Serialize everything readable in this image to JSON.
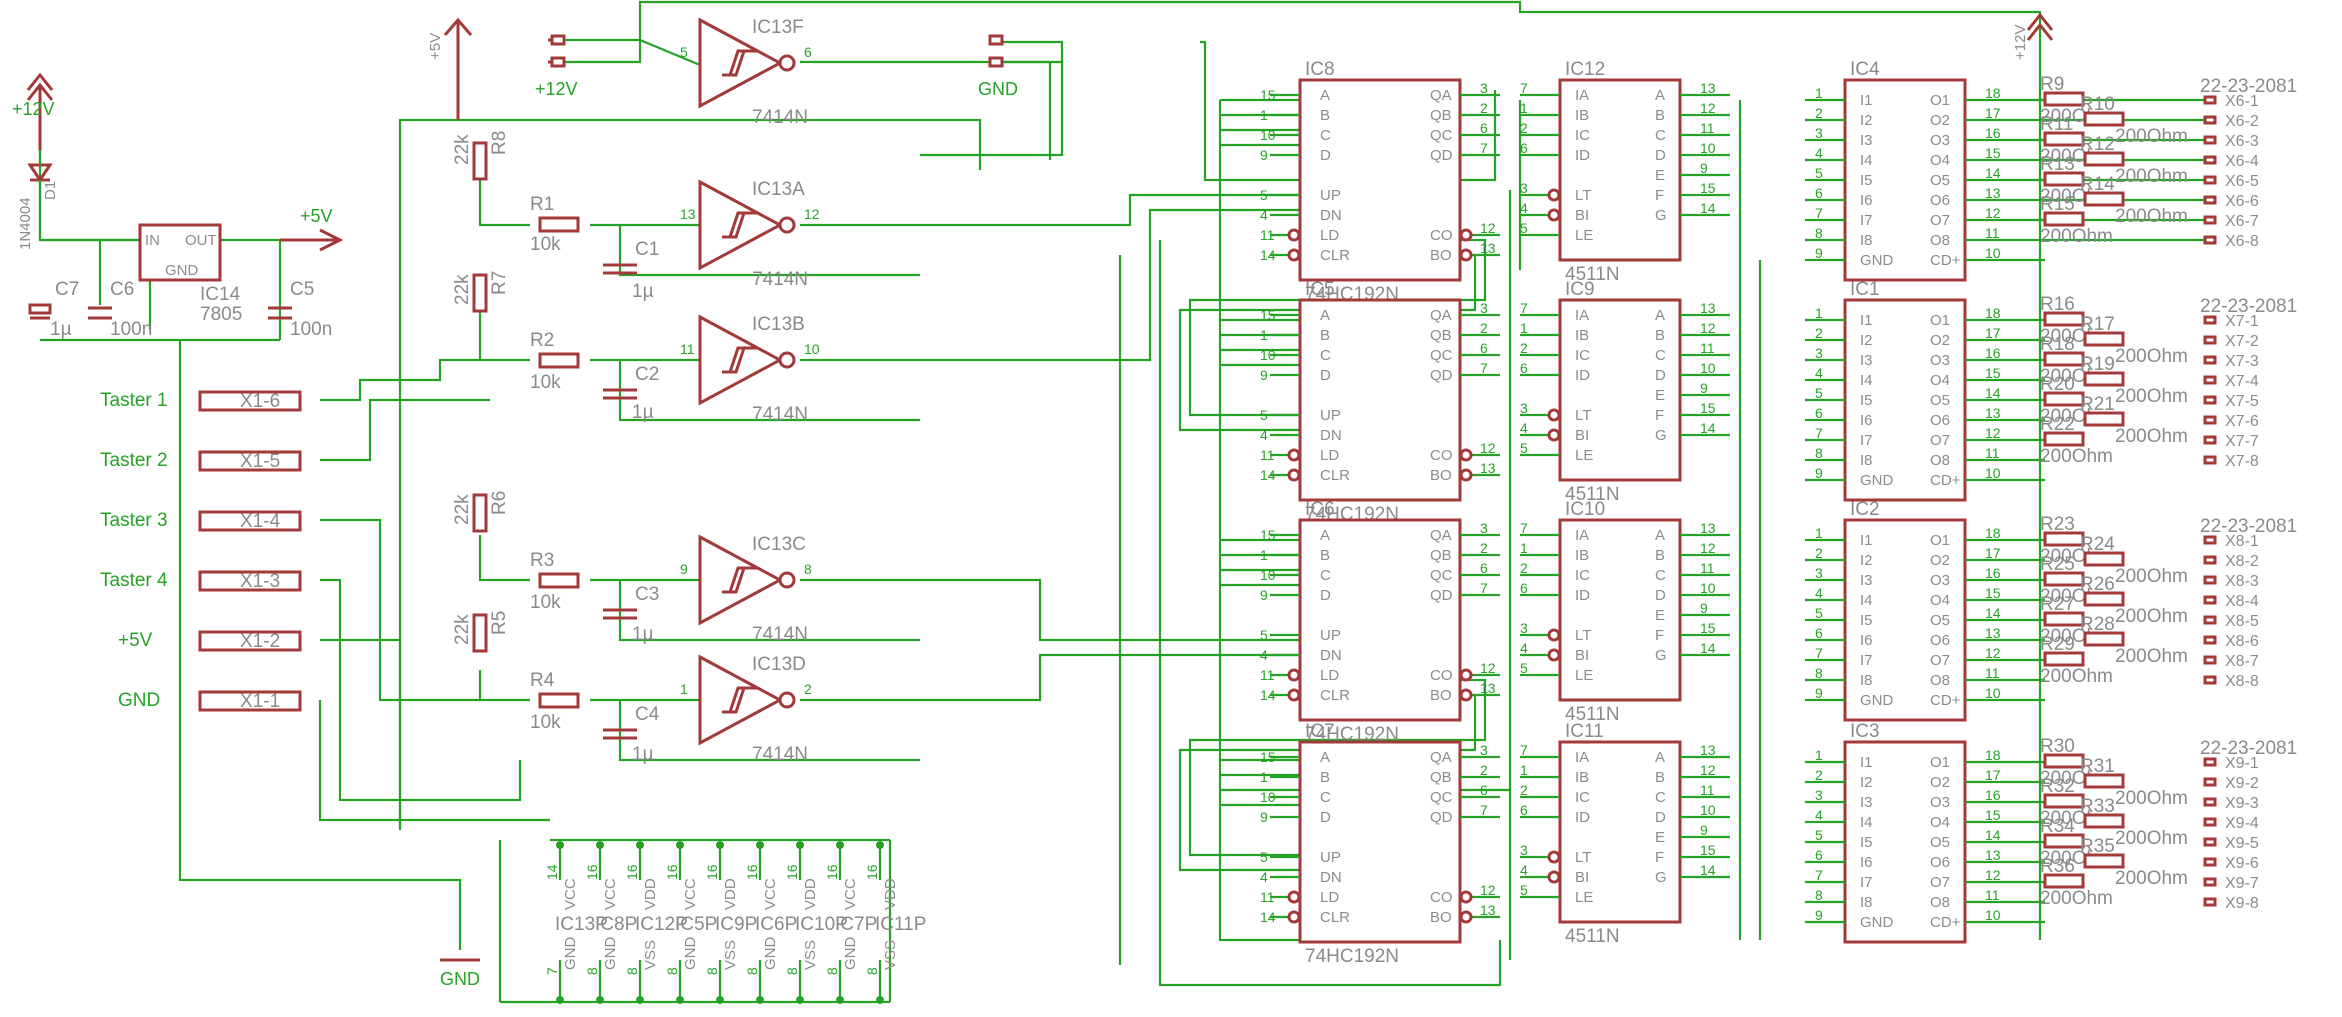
{
  "schematic": {
    "power": {
      "plus12_top": "+12V",
      "plus12_left": "+12V",
      "plus12_right": "+12V",
      "plus5_top": "+5V",
      "plus5_reg": "+5V",
      "gnd_top": "GND",
      "gnd_bottom": "GND"
    },
    "regulator": {
      "name": "IC14",
      "value": "7805",
      "in": "IN",
      "out": "OUT",
      "gnd": "GND"
    },
    "diode": {
      "name": "D1",
      "value": "1N4004"
    },
    "caps_supply": [
      {
        "name": "C7",
        "value": "1µ"
      },
      {
        "name": "C6",
        "value": "100n"
      },
      {
        "name": "C5",
        "value": "100n"
      }
    ],
    "resistors_input": [
      {
        "name": "R8",
        "value": "22k"
      },
      {
        "name": "R7",
        "value": "22k"
      },
      {
        "name": "R6",
        "value": "22k"
      },
      {
        "name": "R5",
        "value": "22k"
      },
      {
        "name": "R1",
        "value": "10k"
      },
      {
        "name": "R2",
        "value": "10k"
      },
      {
        "name": "R3",
        "value": "10k"
      },
      {
        "name": "R4",
        "value": "10k"
      }
    ],
    "caps_input": [
      {
        "name": "C1",
        "value": "1µ"
      },
      {
        "name": "C2",
        "value": "1µ"
      },
      {
        "name": "C3",
        "value": "1µ"
      },
      {
        "name": "C4",
        "value": "1µ"
      }
    ],
    "schmitt": [
      {
        "name": "IC13F",
        "value": "7414N",
        "pin_in": "5",
        "pin_out": "6"
      },
      {
        "name": "IC13A",
        "value": "7414N",
        "pin_in": "13",
        "pin_out": "12"
      },
      {
        "name": "IC13B",
        "value": "7414N",
        "pin_in": "11",
        "pin_out": "10"
      },
      {
        "name": "IC13C",
        "value": "7414N",
        "pin_in": "9",
        "pin_out": "8"
      },
      {
        "name": "IC13D",
        "value": "7414N",
        "pin_in": "1",
        "pin_out": "2"
      }
    ],
    "connector_x1": {
      "labels": [
        "Taster 1",
        "Taster 2",
        "Taster 3",
        "Taster 4",
        "+5V",
        "GND"
      ],
      "pins": [
        "X1-6",
        "X1-5",
        "X1-4",
        "X1-3",
        "X1-2",
        "X1-1"
      ]
    },
    "power_pins": {
      "names": [
        "IC13P",
        "IC8P",
        "IC12P",
        "IC5P",
        "IC9P",
        "IC6P",
        "IC10P",
        "IC7P",
        "IC11P"
      ],
      "top_labels": [
        "VCC",
        "VCC",
        "VDD",
        "VCC",
        "VDD",
        "VCC",
        "VDD",
        "VCC",
        "VDD"
      ],
      "top_pins": [
        "14",
        "16",
        "16",
        "16",
        "16",
        "16",
        "16",
        "16",
        "16"
      ],
      "bottom_labels": [
        "GND",
        "GND",
        "VSS",
        "GND",
        "VSS",
        "GND",
        "VSS",
        "GND",
        "VSS"
      ],
      "bottom_pins": [
        "7",
        "8",
        "8",
        "8",
        "8",
        "8",
        "8",
        "8",
        "8"
      ]
    },
    "counters": {
      "value": "74HC192N",
      "names": [
        "IC8",
        "IC5",
        "IC6",
        "IC7"
      ],
      "left_pins": [
        "A",
        "B",
        "C",
        "D",
        "UP",
        "DN",
        "LD",
        "CLR"
      ],
      "left_nums": [
        "15",
        "1",
        "10",
        "9",
        "5",
        "4",
        "11",
        "14"
      ],
      "right_pins": [
        "QA",
        "QB",
        "QC",
        "QD",
        "CO",
        "BO"
      ],
      "right_nums": [
        "3",
        "2",
        "6",
        "7",
        "12",
        "13"
      ]
    },
    "decoders": {
      "value": "4511N",
      "names": [
        "IC12",
        "IC9",
        "IC10",
        "IC11"
      ],
      "left_pins": [
        "IA",
        "IB",
        "IC",
        "ID",
        "LT",
        "BI",
        "LE"
      ],
      "left_nums": [
        "7",
        "1",
        "2",
        "6",
        "3",
        "4",
        "5"
      ],
      "right_pins": [
        "A",
        "B",
        "C",
        "D",
        "E",
        "F",
        "G"
      ],
      "right_nums": [
        "13",
        "12",
        "11",
        "10",
        "9",
        "15",
        "14"
      ]
    },
    "drivers": {
      "names": [
        "IC4",
        "IC1",
        "IC2",
        "IC3"
      ],
      "left_pins": [
        "I1",
        "I2",
        "I3",
        "I4",
        "I5",
        "I6",
        "I7",
        "I8",
        "GND"
      ],
      "left_nums": [
        "1",
        "2",
        "3",
        "4",
        "5",
        "6",
        "7",
        "8",
        "9"
      ],
      "right_pins": [
        "O1",
        "O2",
        "O3",
        "O4",
        "O5",
        "O6",
        "O7",
        "O8",
        "CD+"
      ],
      "right_nums": [
        "18",
        "17",
        "16",
        "15",
        "14",
        "13",
        "12",
        "11",
        "10"
      ]
    },
    "outputs": {
      "part": "22-23-2081",
      "resistor_value": "200Ohm",
      "groups": [
        {
          "resistors": [
            "R9",
            "R10",
            "R11",
            "R12",
            "R13",
            "R14",
            "R15"
          ],
          "pins": [
            "X6-1",
            "X6-2",
            "X6-3",
            "X6-4",
            "X6-5",
            "X6-6",
            "X6-7",
            "X6-8"
          ]
        },
        {
          "resistors": [
            "R16",
            "R17",
            "R18",
            "R19",
            "R20",
            "R21",
            "R22"
          ],
          "pins": [
            "X7-1",
            "X7-2",
            "X7-3",
            "X7-4",
            "X7-5",
            "X7-6",
            "X7-7",
            "X7-8"
          ]
        },
        {
          "resistors": [
            "R23",
            "R24",
            "R25",
            "R26",
            "R27",
            "R28",
            "R29"
          ],
          "pins": [
            "X8-1",
            "X8-2",
            "X8-3",
            "X8-4",
            "X8-5",
            "X8-6",
            "X8-7",
            "X8-8"
          ]
        },
        {
          "resistors": [
            "R30",
            "R31",
            "R32",
            "R33",
            "R34",
            "R35",
            "R36"
          ],
          "pins": [
            "X9-1",
            "X9-2",
            "X9-3",
            "X9-4",
            "X9-5",
            "X9-6",
            "X9-7",
            "X9-8"
          ]
        }
      ]
    }
  }
}
